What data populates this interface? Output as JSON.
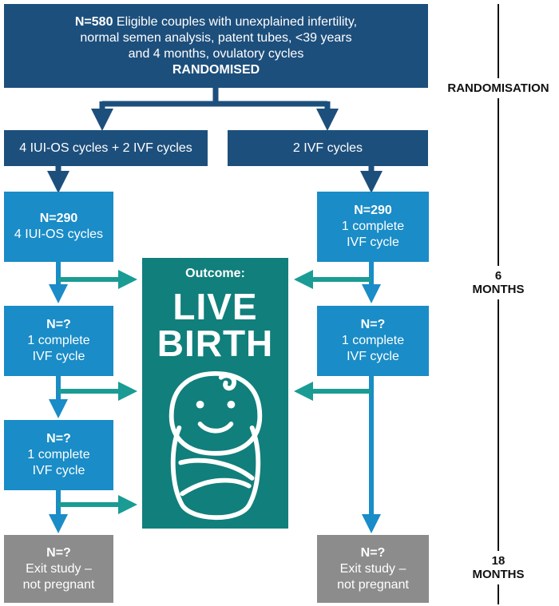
{
  "top": {
    "n": "N=580",
    "line1": "Eligible couples with unexplained infertility,",
    "line2": "normal semen analysis, patent tubes, <39 years",
    "line3": "and 4 months, ovulatory cycles",
    "line4": "RANDOMISED"
  },
  "arms": {
    "left_label": "4 IUI-OS cycles + 2 IVF cycles",
    "right_label": "2 IVF cycles"
  },
  "left": {
    "stage1": {
      "n": "N=290",
      "text": "4 IUI-OS cycles"
    },
    "stage2": {
      "n": "N=?",
      "line1": "1 complete",
      "line2": "IVF cycle"
    },
    "stage3": {
      "n": "N=?",
      "line1": "1 complete",
      "line2": "IVF cycle"
    },
    "exit": {
      "n": "N=?",
      "line1": "Exit study –",
      "line2": "not pregnant"
    }
  },
  "right": {
    "stage1": {
      "n": "N=290",
      "line1": "1 complete",
      "line2": "IVF cycle"
    },
    "stage2": {
      "n": "N=?",
      "line1": "1 complete",
      "line2": "IVF cycle"
    },
    "exit": {
      "n": "N=?",
      "line1": "Exit study –",
      "line2": "not pregnant"
    }
  },
  "outcome": {
    "title": "Outcome:",
    "line1": "LIVE",
    "line2": "BIRTH",
    "icon": "baby-icon"
  },
  "timeline": {
    "randomisation": "RANDOMISATION",
    "six_num": "6",
    "six_unit": "MONTHS",
    "eighteen_num": "18",
    "eighteen_unit": "MONTHS"
  },
  "colors": {
    "navy": "#1d4f7c",
    "blue": "#1a8cc7",
    "teal": "#117f7b",
    "grey": "#8c8c8c"
  }
}
